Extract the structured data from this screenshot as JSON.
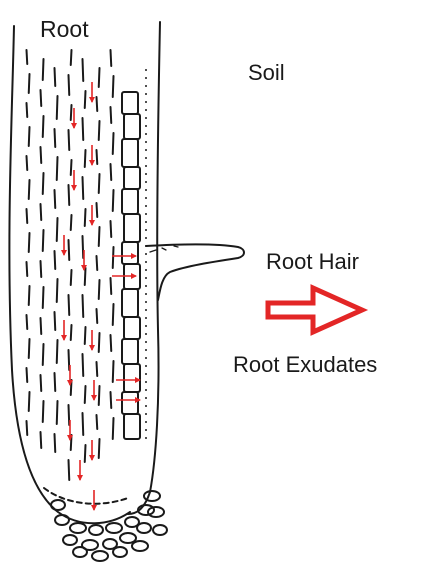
{
  "labels": {
    "root": "Root",
    "soil": "Soil",
    "root_hair": "Root Hair",
    "root_exudates": "Root Exudates"
  },
  "colors": {
    "ink": "#1a1a1a",
    "arrow": "#e32626"
  },
  "icons": {
    "exudate_arrow": "outlined-right-arrow",
    "flow_arrow": "small-red-arrow"
  }
}
